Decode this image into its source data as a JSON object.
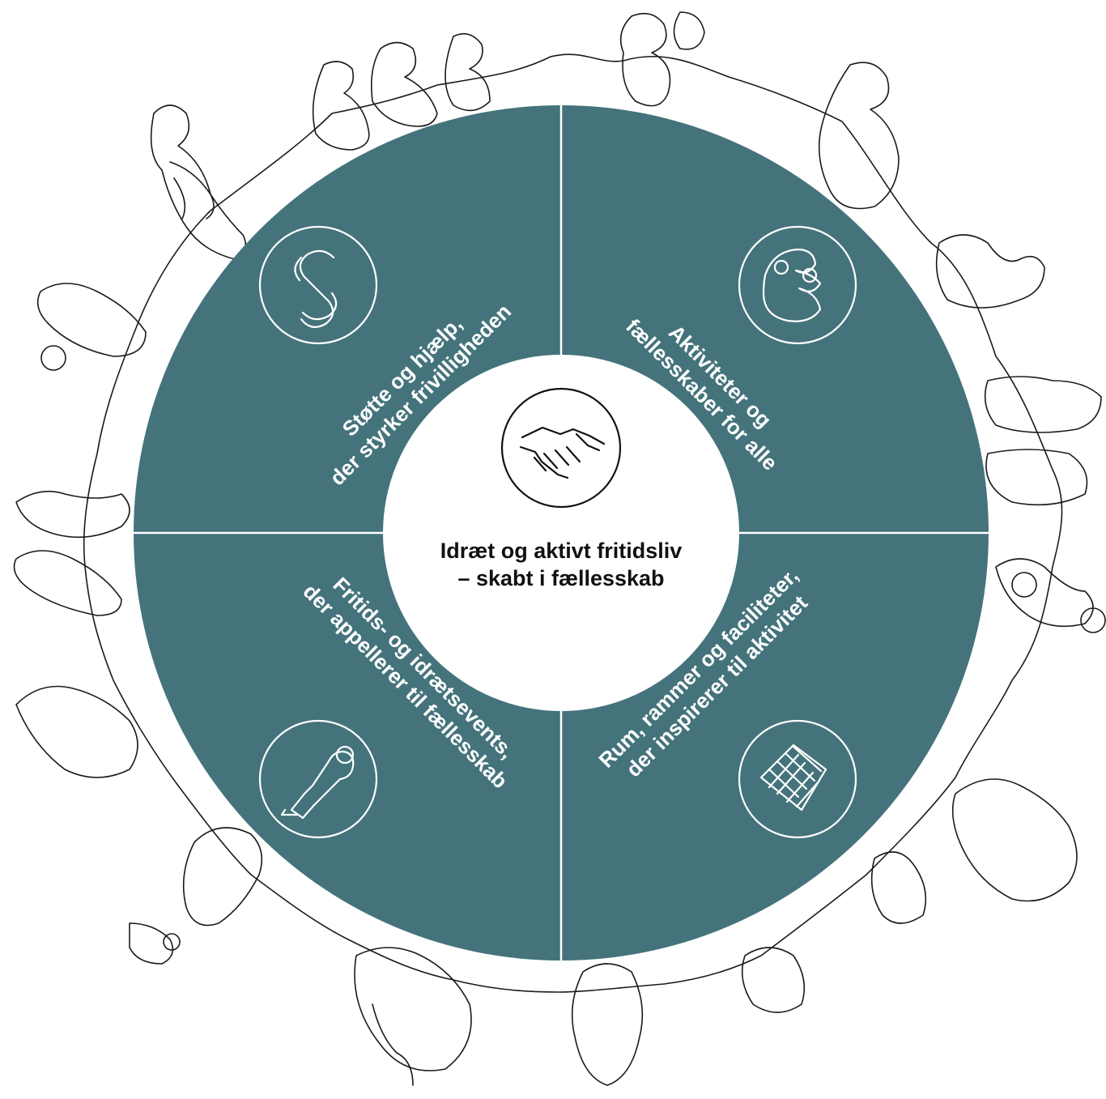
{
  "colors": {
    "ring": "#44737b",
    "divider": "#ffffff",
    "hub": "#ffffff",
    "label": "#ffffff",
    "center_text": "#111111",
    "sketch": "#1a1a1a"
  },
  "center": {
    "line1": "Idræt og aktivt fritidsliv",
    "line2": "– skabt i fællesskab",
    "icon": "handshake-icon"
  },
  "quadrants": {
    "top_left": {
      "line1": "Støtte og hjælp,",
      "line2": "der styrker frivilligheden",
      "icon": "paragraph-icon"
    },
    "top_right": {
      "line1": "Aktiviteter og",
      "line2": "fællesskaber for alle",
      "icon": "community-icon"
    },
    "bottom_left": {
      "line1": "Fritids- og idrætsevents,",
      "line2": "der appellerer til fællesskab",
      "icon": "trophy-icon"
    },
    "bottom_right": {
      "line1": "Rum, rammer og faciliteter,",
      "line2": "der inspirerer til aktivitet",
      "icon": "goal-net-icon"
    }
  }
}
